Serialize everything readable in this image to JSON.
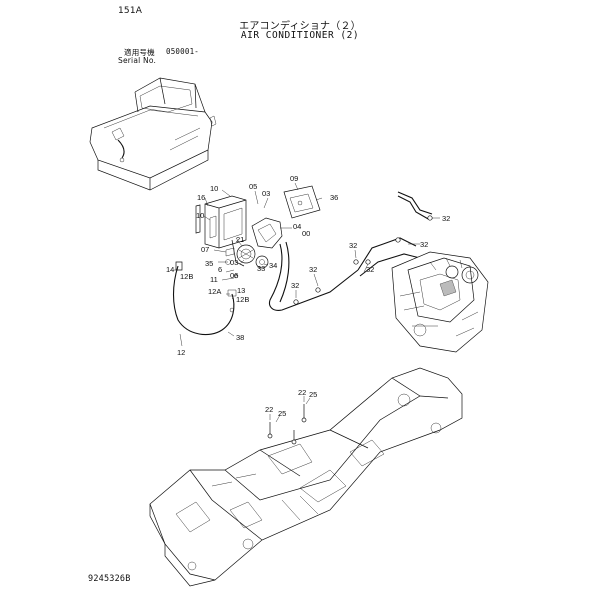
{
  "header": {
    "page_number": "151A",
    "title_jp": "エアコンディショナ（２）",
    "title_en": "AIR CONDITIONER (2)",
    "serial_label_jp": "適用号機",
    "serial_value": "050001-",
    "serial_label_en": "Serial No."
  },
  "footer": {
    "doc_number": "9245326B"
  },
  "callouts": [
    {
      "id": "c09",
      "text": "09"
    },
    {
      "id": "c05",
      "text": "05"
    },
    {
      "id": "c10",
      "text": "10"
    },
    {
      "id": "c03a",
      "text": "03"
    },
    {
      "id": "c36",
      "text": "36"
    },
    {
      "id": "c16",
      "text": "16"
    },
    {
      "id": "c10b",
      "text": "10"
    },
    {
      "id": "c04",
      "text": "04"
    },
    {
      "id": "c00",
      "text": "00"
    },
    {
      "id": "c21",
      "text": "21"
    },
    {
      "id": "c07",
      "text": "07"
    },
    {
      "id": "c35",
      "text": "35"
    },
    {
      "id": "c03b",
      "text": "03"
    },
    {
      "id": "c33",
      "text": "33"
    },
    {
      "id": "c34",
      "text": "34"
    },
    {
      "id": "c6",
      "text": "6"
    },
    {
      "id": "c11",
      "text": "11"
    },
    {
      "id": "c06",
      "text": "06"
    },
    {
      "id": "c14",
      "text": "14"
    },
    {
      "id": "c12B",
      "text": "12B"
    },
    {
      "id": "c12A",
      "text": "12A"
    },
    {
      "id": "c13",
      "text": "13"
    },
    {
      "id": "c12Bb",
      "text": "12B"
    },
    {
      "id": "c38",
      "text": "38"
    },
    {
      "id": "c12",
      "text": "12"
    },
    {
      "id": "c32a",
      "text": "32"
    },
    {
      "id": "c32b",
      "text": "32"
    },
    {
      "id": "c32c",
      "text": "32"
    },
    {
      "id": "c32d",
      "text": "32"
    },
    {
      "id": "c32e",
      "text": "32"
    },
    {
      "id": "c32f",
      "text": "32"
    },
    {
      "id": "c22a",
      "text": "22"
    },
    {
      "id": "c25a",
      "text": "25"
    },
    {
      "id": "c22b",
      "text": "22"
    },
    {
      "id": "c25b",
      "text": "25"
    }
  ]
}
